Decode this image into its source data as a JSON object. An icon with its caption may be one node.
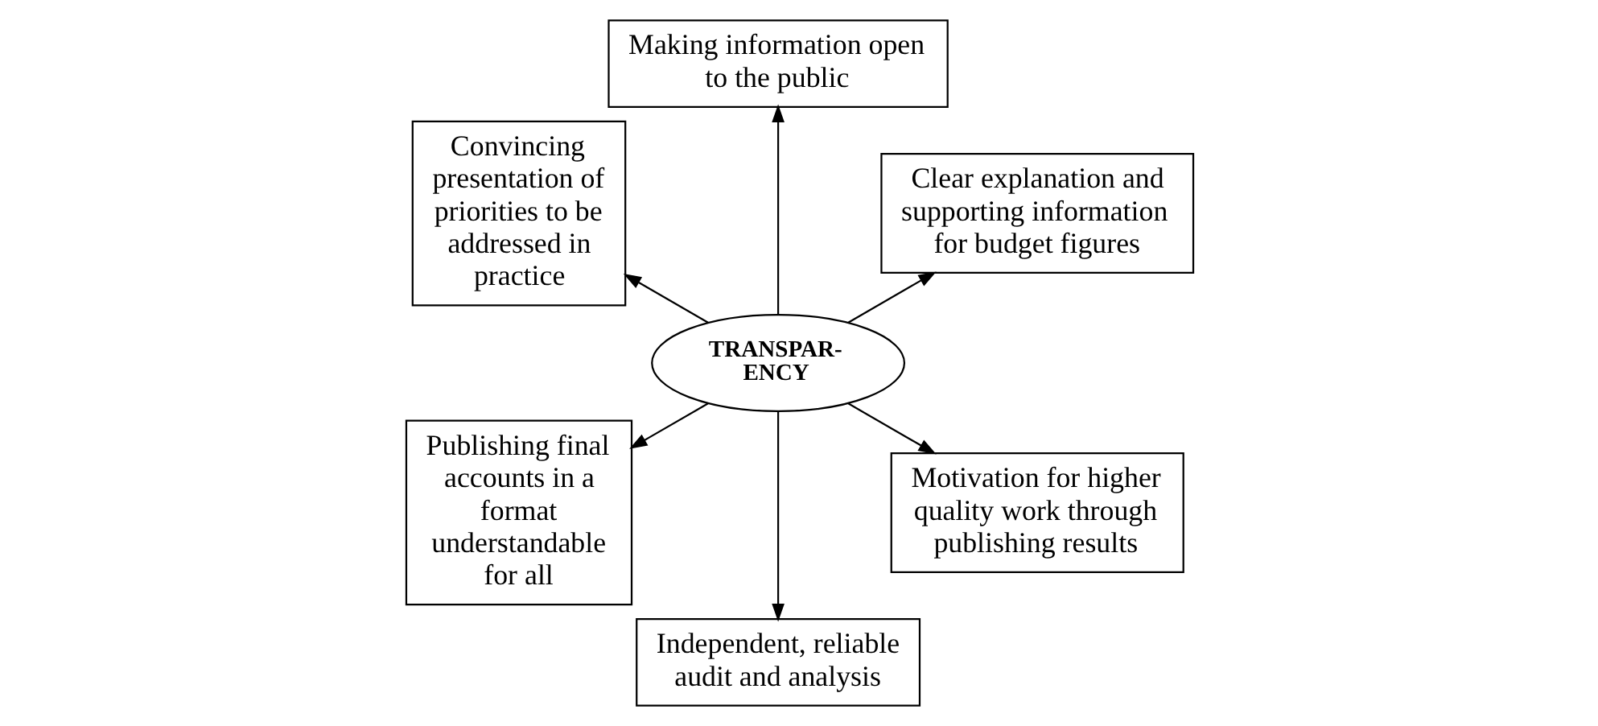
{
  "diagram": {
    "nodes": [
      {
        "text": [
          "TRANSPAR- ENCY"
        ]
      },
      {
        "text": [
          "Clear explanation and supporting information for budget figures"
        ]
      },
      {
        "text": [
          "Making information open to the public"
        ]
      },
      {
        "text": [
          "Convincing presentation of priorities to be addressed in practice"
        ]
      },
      {
        "text": [
          "Publishing final accounts in a format understandable for all"
        ]
      },
      {
        "text": [
          "Independent, reliable audit and analysis"
        ]
      },
      {
        "text": [
          "Motivation for higher quality work through publishing results"
        ]
      }
    ],
    "edges": [
      {
        "from": 0,
        "to": 1,
        "arrow": "to"
      },
      {
        "from": 0,
        "to": 2,
        "arrow": "to"
      },
      {
        "from": 0,
        "to": 3,
        "arrow": "to"
      },
      {
        "from": 0,
        "to": 4,
        "arrow": "to"
      },
      {
        "from": 0,
        "to": 5,
        "arrow": "to"
      },
      {
        "from": 0,
        "to": 6,
        "arrow": "to"
      }
    ]
  }
}
